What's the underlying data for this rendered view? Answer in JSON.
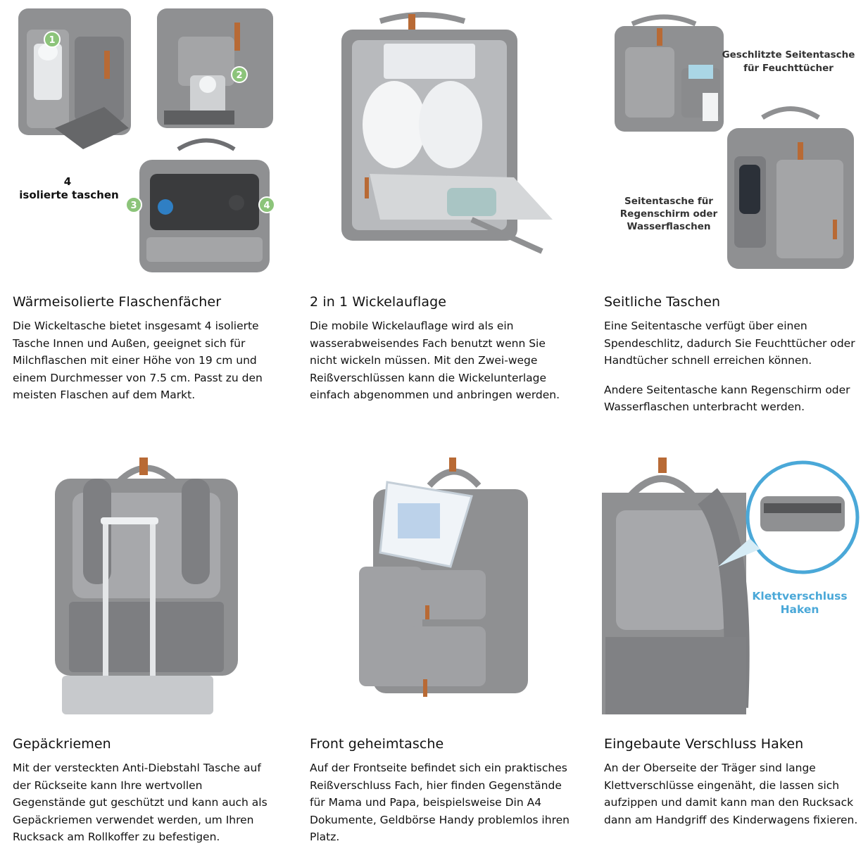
{
  "features": [
    {
      "title": "Wärmeisolierte Flaschenfächer",
      "paragraphs": [
        "Die Wickeltasche bietet insgesamt 4 isolierte Tasche Innen und Außen, geeignet sich für Milchflaschen mit einer Höhe von 19 cm und einem Durchmesser von 7.5 cm. Passt zu den meisten Flaschen auf dem Markt."
      ],
      "image_text": {
        "count": "4",
        "label": "isolierte taschen",
        "badges": [
          "1",
          "2",
          "3",
          "4"
        ]
      }
    },
    {
      "title": "2 in 1 Wickelauflage",
      "paragraphs": [
        "Die mobile Wickelauflage wird als ein wasserabweisendes Fach benutzt wenn Sie nicht wickeln müssen. Mit den Zwei-wege Reißverschlüssen kann die Wickelunterlage einfach abgenommen und anbringen werden."
      ]
    },
    {
      "title": "Seitliche Taschen",
      "paragraphs": [
        "Eine Seitentasche verfügt über einen Spendeschlitz, dadurch Sie Feuchttücher oder Handtücher schnell erreichen können.",
        "Andere Seitentasche kann Regenschirm oder Wasserflaschen unterbracht werden."
      ],
      "image_text": {
        "label_top_1": "Geschlitzte Seitentasche",
        "label_top_2": "für Feuchttücher",
        "label_bottom_1": "Seitentasche für",
        "label_bottom_2": "Regenschirm oder",
        "label_bottom_3": "Wasserflaschen"
      }
    },
    {
      "title": "Gepäckriemen",
      "paragraphs": [
        "Mit der versteckten Anti-Diebstahl Tasche auf der Rückseite kann Ihre wertvollen Gegenstände gut geschützt und kann auch als Gepäckriemen verwendet werden, um Ihren Rucksack am Rollkoffer zu befestigen."
      ]
    },
    {
      "title": "Front geheimtasche",
      "paragraphs": [
        "Auf der Frontseite befindet sich ein praktisches Reißverschluss Fach, hier finden Gegenstände für Mama und Papa, beispielsweise Din A4 Dokumente, Geldbörse Handy problemlos ihren Platz."
      ]
    },
    {
      "title": "Eingebaute Verschluss Haken",
      "paragraphs": [
        "An der Oberseite der Träger sind lange Klettverschlüsse eingenäht, die lassen sich aufzippen und damit kann man den Rucksack dann am Handgriff des Kinderwagens fixieren."
      ],
      "image_text": {
        "label_1": "Klettverschluss",
        "label_2": "Haken"
      }
    }
  ],
  "colors": {
    "bag_gray": "#8f9092",
    "bag_dark": "#6e6f72",
    "leather": "#b86a35",
    "badge_green": "#8cc47a",
    "accent_blue": "#4aa8d8"
  }
}
